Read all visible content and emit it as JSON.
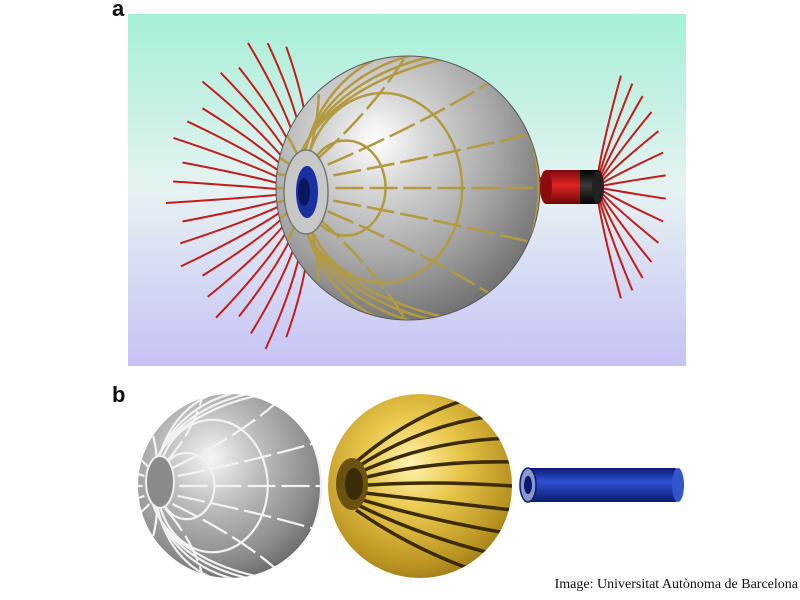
{
  "panels": {
    "a": {
      "label": "a"
    },
    "b": {
      "label": "b"
    }
  },
  "credit": "Image: Universitat Autònoma de Barcelona",
  "colors": {
    "background_top": "#a8f0d8",
    "background_bottom": "#c8c4f4",
    "field_lines": "#c02020",
    "sphere_silver": "#b8b8b8",
    "seam_gold": "#b8a04a",
    "inner_tube": "#1a2fa0",
    "magnet_red": "#c01818",
    "magnet_black": "#111111",
    "gold_shell": "#d8b83a",
    "blue_tube": "#1c3aa8"
  }
}
